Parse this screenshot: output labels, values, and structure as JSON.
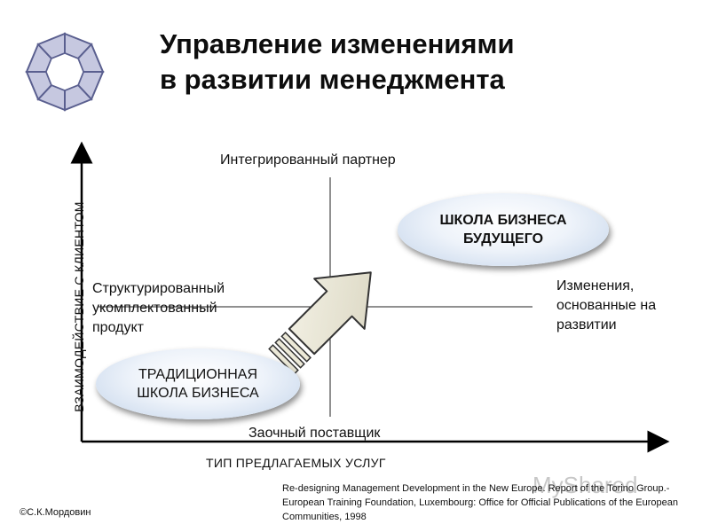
{
  "header": {
    "title_line1": "Управление изменениями",
    "title_line2": "в развитии менеджмента"
  },
  "diagram": {
    "top_label": "Интегрированный партнер",
    "bottom_label": "Заочный поставщик",
    "left_label": "Структурированный укомплектованный продукт",
    "right_label": "Изменения, основанные на развитии",
    "x_axis_label": "ТИП ПРЕДЛАГАЕМЫХ УСЛУГ",
    "y_axis_label": "ВЗАИМОДЕЙСТВИЕ С КЛИЕНТОМ",
    "oval_future": "ШКОЛА БИЗНЕСА БУДУЩЕГО",
    "oval_traditional": "ТРАДИЦИОННАЯ ШКОЛА БИЗНЕСА"
  },
  "footer": {
    "copyright": "©С.К.Мордовин",
    "source": "Re-designing Management Development in the New Europe. Report of the Torino Group.- European Training Foundation, Luxembourg: Office for Official Publications of the European Communities, 1998",
    "watermark": "MyShared"
  },
  "colors": {
    "oval_edge": "#c3d4ea",
    "arrow_fill": "#ece9d8",
    "axis": "#000000"
  }
}
